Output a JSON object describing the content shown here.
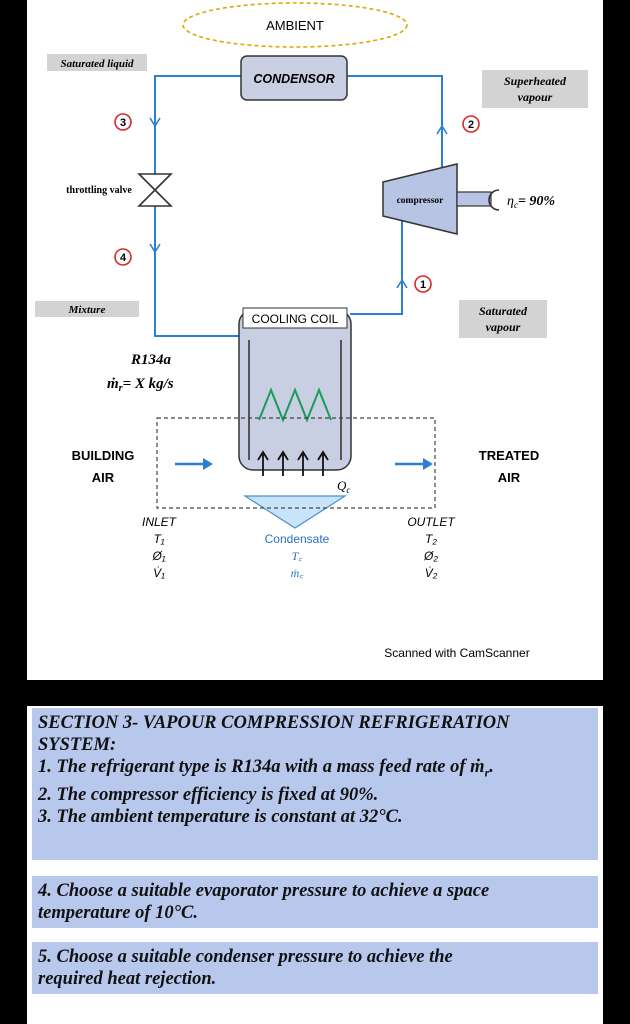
{
  "diagram": {
    "ambient": "AMBIENT",
    "condensor": "CONDENSOR",
    "compressor": "compressor",
    "cooling_coil": "COOLING COIL",
    "throttling_valve": "throttling valve",
    "saturated_liquid": "Saturated liquid",
    "superheated_vapour": [
      "Superheated",
      "vapour"
    ],
    "mixture": "Mixture",
    "saturated_vapour": [
      "Saturated",
      "vapour"
    ],
    "state_numbers": [
      "3",
      "2",
      "4",
      "1"
    ],
    "efficiency": "= 90%",
    "efficiency_symbol": "η",
    "efficiency_sub": "c",
    "refrigerant": "R134a",
    "mass_flow": "= X kg/s",
    "building_air": [
      "BUILDING",
      "AIR"
    ],
    "treated_air": [
      "TREATED",
      "AIR"
    ],
    "qc": "Q",
    "qc_sub": "c",
    "inlet": {
      "title": "INLET",
      "vars": [
        "T₁",
        "Ø₁",
        "V̇₁"
      ]
    },
    "outlet": {
      "title": "OUTLET",
      "vars": [
        "T₂",
        "Ø₂",
        "V̇₂"
      ]
    },
    "condensate": {
      "title": "Condensate",
      "vars": [
        "T꜀",
        "ṁ꜀"
      ]
    },
    "scanner_note": "Scanned with CamScanner",
    "colors": {
      "pipe": "#2a7fd8",
      "label_bg": "#d3d3d3",
      "box_fill": "#c9cfe3",
      "circle": "#d9262c",
      "ambient_border": "#e0a800"
    }
  },
  "section": {
    "heading": [
      "SECTION 3- VAPOUR COMPRESSION REFRIGERATION",
      "SYSTEM:"
    ],
    "items": [
      "1. The refrigerant type is R134a with a mass feed rate of ṁ",
      "2. The compressor efficiency is fixed at 90%.",
      "3. The ambient temperature is constant at 32°C."
    ],
    "item1_suffix": "r",
    "item1_end": ".",
    "item4": [
      "4. Choose a suitable evaporator pressure to achieve a space",
      "temperature of 10°C."
    ],
    "item5": [
      "5. Choose a suitable condenser pressure to achieve the",
      "required heat rejection."
    ]
  }
}
